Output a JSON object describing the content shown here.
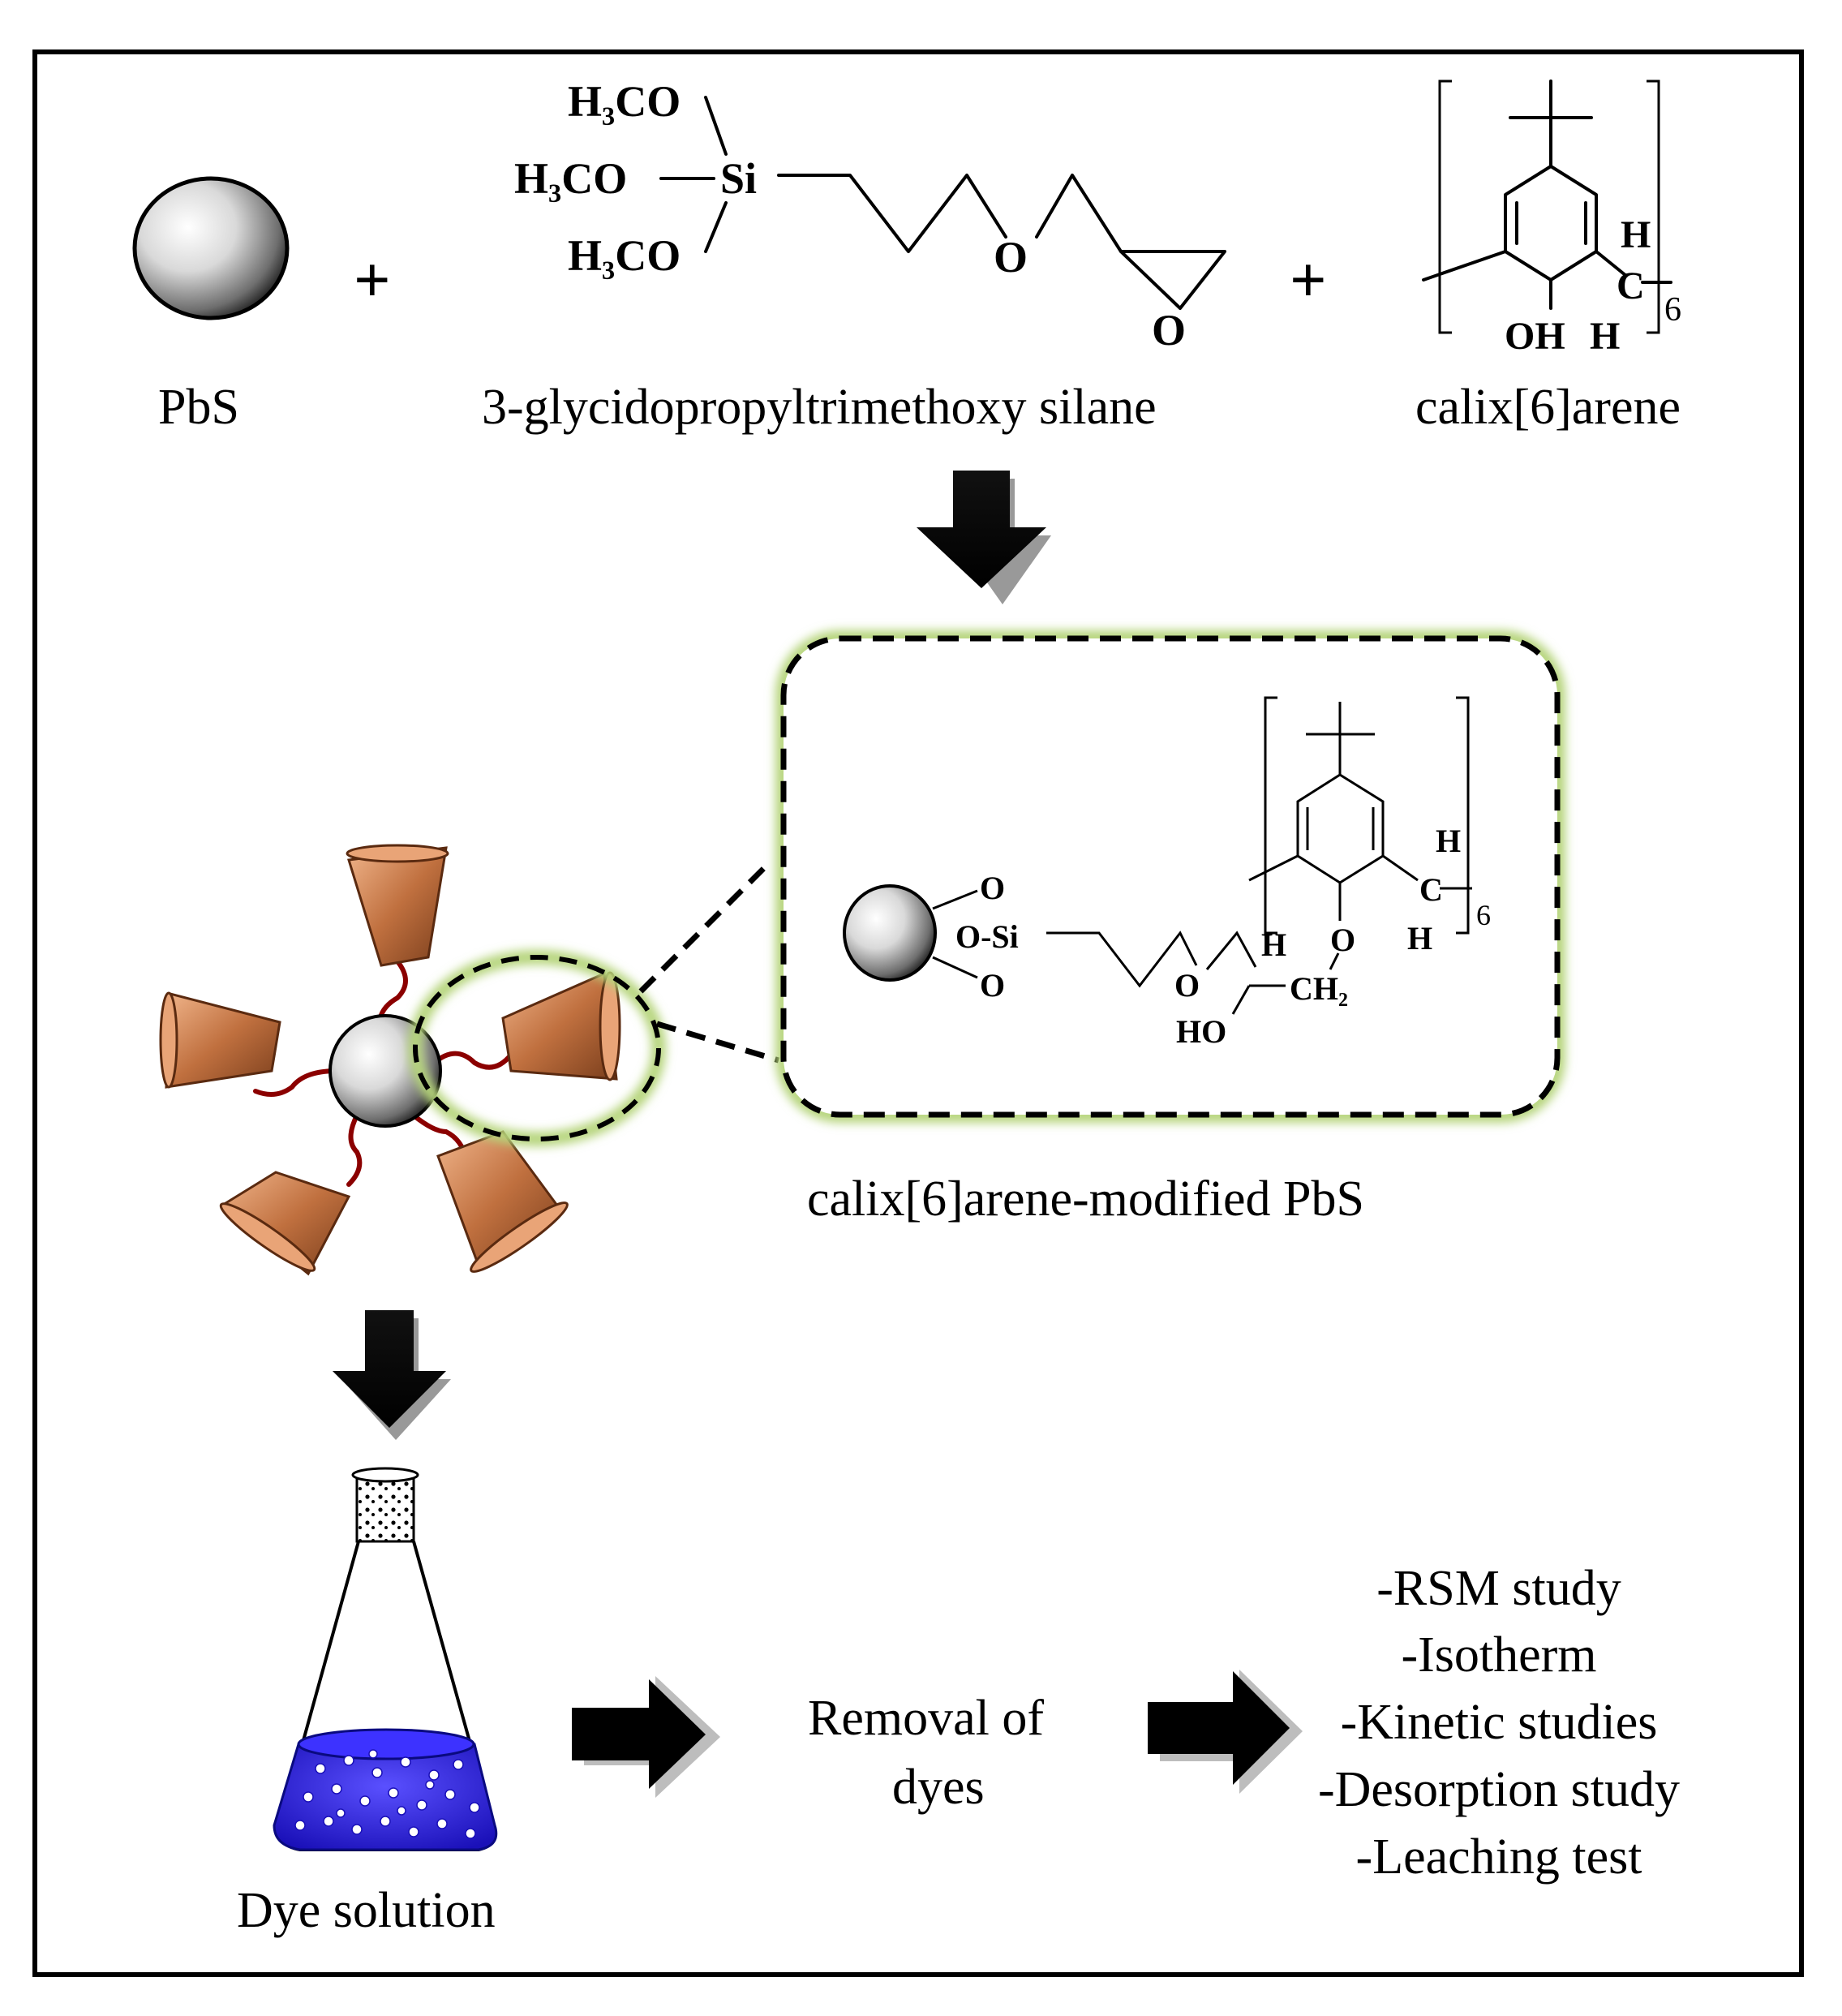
{
  "reactants": {
    "pbs_label": "PbS",
    "silane_label": "3-glycidopropyltrimethoxy silane",
    "calix_label": "calix[6]arene",
    "plus_sign": "+"
  },
  "silane_structure": {
    "group_top": "H₃CO",
    "group_mid": "H₃CO",
    "group_bot": "H₃CO",
    "silicon": "Si",
    "ether_o": "O",
    "epoxide_o": "O"
  },
  "calix_structure": {
    "oh": "OH",
    "h_top": "H",
    "h_bottom": "H",
    "carbon": "C",
    "subscript": "6"
  },
  "product": {
    "label": "calix[6]arene-modified PbS",
    "o_top": "O",
    "o_si": "O-Si",
    "o_bottom": "O",
    "ether_o": "O",
    "h_ch": "H",
    "ho": "HO",
    "ch2": "CH₂",
    "phenol_o": "O",
    "h_top": "H",
    "h_bottom": "H",
    "carbon": "C",
    "subscript": "6"
  },
  "process": {
    "dye_label": "Dye solution",
    "removal_line1": "Removal of",
    "removal_line2": "dyes"
  },
  "studies": [
    "-RSM study",
    "-Isotherm",
    "-Kinetic studies",
    "-Desorption study",
    "-Leaching test"
  ],
  "colors": {
    "frame": "#000000",
    "callout_glow": "#b5d47a",
    "cup": "#b8683a",
    "linker": "#8b0000",
    "dye_liquid": "#2a1fd6"
  }
}
